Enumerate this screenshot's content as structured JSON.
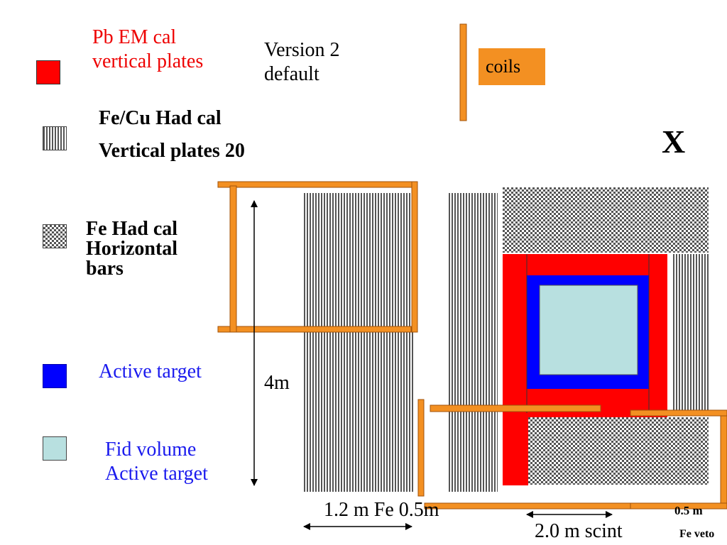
{
  "legend": {
    "pb_em": {
      "line1": "Pb EM cal",
      "line2": "vertical plates",
      "color": "#ff0000"
    },
    "fecu_had": {
      "line1": "Fe/Cu Had cal",
      "line2": "Vertical plates 20"
    },
    "fe_had": {
      "line1": "Fe Had cal",
      "line2": "Horizontal",
      "line3": "bars"
    },
    "active_target": {
      "label": "Active target",
      "color": "#0000ff"
    },
    "fid_volume": {
      "line1": "Fid volume",
      "line2": "Active target",
      "color": "#b8e0e0"
    }
  },
  "version": {
    "line1": "Version  2",
    "line2": "default"
  },
  "coils": {
    "label": "coils",
    "color": "#f39022"
  },
  "view_label": "X",
  "dimensions": {
    "height": "4m",
    "fe_length": "1.2 m Fe 0.5m",
    "scint_length": "2.0 m scint",
    "veto_thickness": "0.5 m",
    "veto_label": "Fe veto"
  },
  "colors": {
    "coil": "#f39022",
    "coil_stroke": "#a0520a",
    "em_cal": "#ff0000",
    "active_target": "#0000ff",
    "fid_volume": "#b8e0e0",
    "plates": "#555555"
  }
}
